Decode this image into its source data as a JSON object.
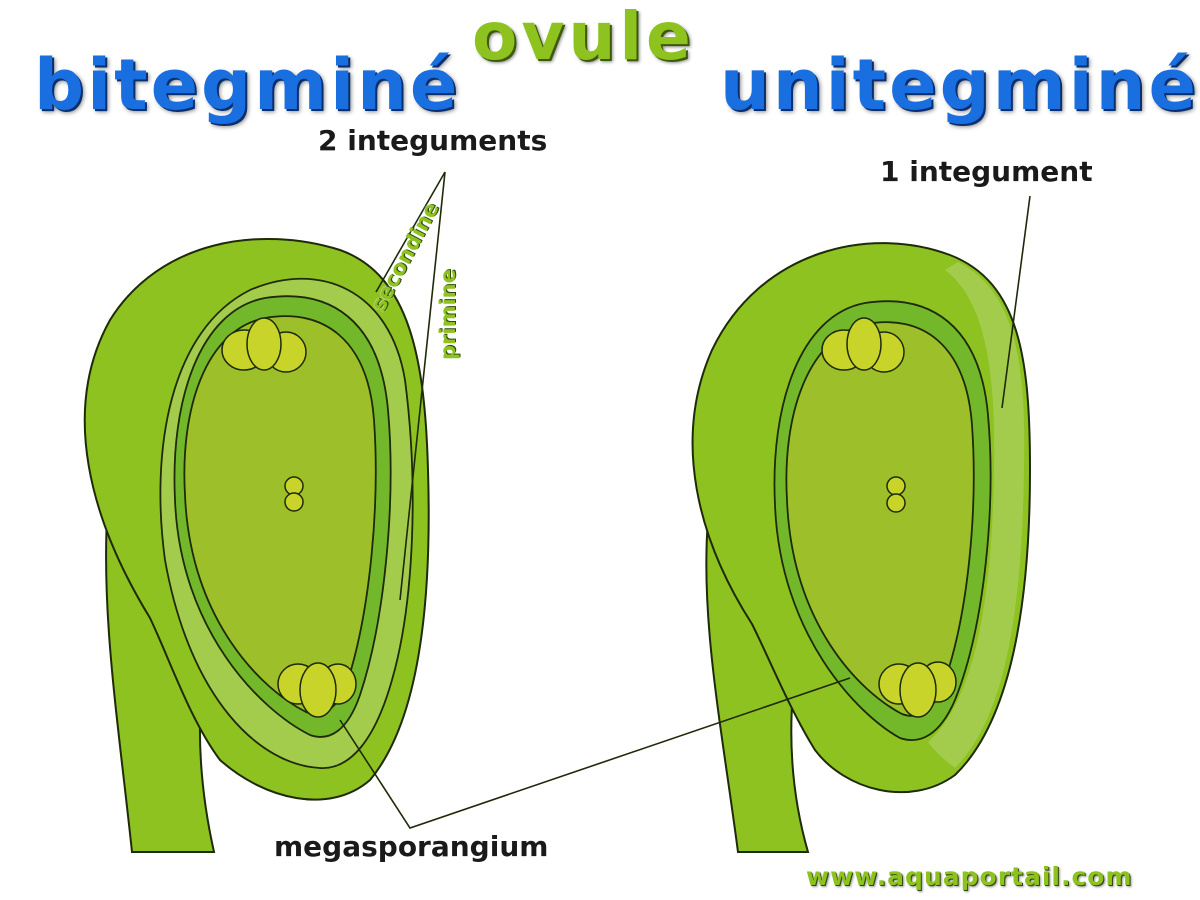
{
  "titles": {
    "center": "ovule",
    "left": "bitegminé",
    "right": "unitegminé"
  },
  "labels": {
    "two_integuments": "2 integuments",
    "secondine": "secondine",
    "primine": "primine",
    "one_integument": "1 integument",
    "megasporangium": "megasporangium"
  },
  "watermark": "www.aquaportail.com",
  "colors": {
    "title_blue": "#1a6fe0",
    "title_green": "#8dc21f",
    "integument_outer": "#8dc220",
    "integument_inner": "#a3cc4c",
    "ring_green": "#72b82a",
    "nucellus": "#9cbf2a",
    "cell_yellow": "#c8d42a",
    "outline": "#1e2a0a"
  }
}
